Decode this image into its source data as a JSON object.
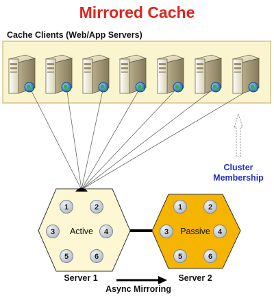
{
  "title": "Mirrored Cache",
  "clients": {
    "label": "Cache Clients (Web/App Servers)",
    "count": 7,
    "icon": "server-tower-with-globe-icon"
  },
  "membership": {
    "line1": "Cluster",
    "line2": "Membership"
  },
  "server1": {
    "role": "Active",
    "label": "Server 1",
    "partitions": [
      "1",
      "2",
      "3",
      "4",
      "5",
      "6"
    ]
  },
  "server2": {
    "role": "Passive",
    "label": "Server 2",
    "partitions": [
      "1",
      "2",
      "3",
      "4",
      "5",
      "6"
    ]
  },
  "mirroring": {
    "label": "Async Mirroring"
  },
  "colors": {
    "title": "#e0231d",
    "client_panel_fill": "#fbf5cf",
    "client_panel_border": "#c9b774",
    "active_hex_fill": "#fdf8d3",
    "passive_hex_fill": "#f4b400",
    "partition_circle": "#c5ccd6",
    "membership_text": "#1f2fc4"
  }
}
